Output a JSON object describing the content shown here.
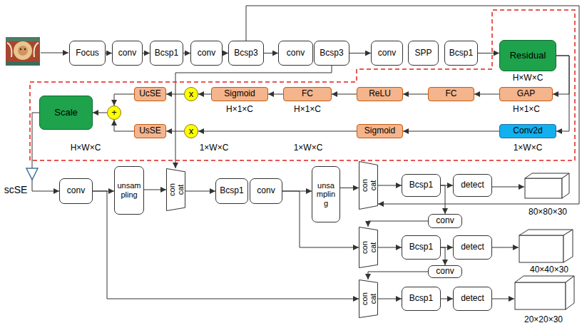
{
  "diagram": {
    "nodes": [
      {
        "text": [
          "Focus"
        ]
      },
      {
        "text": [
          "conv"
        ]
      },
      {
        "text": [
          "Bcsp1"
        ]
      },
      {
        "text": [
          "conv"
        ]
      },
      {
        "text": [
          "Bcsp3"
        ]
      },
      {
        "text": [
          "conv"
        ]
      },
      {
        "text": [
          "Bcsp3"
        ]
      },
      {
        "text": [
          "conv"
        ]
      },
      {
        "text": [
          "SPP"
        ]
      },
      {
        "text": [
          "Bcsp1"
        ]
      },
      {
        "text": [
          "Residual"
        ]
      },
      {
        "text": [
          "UcSE"
        ]
      },
      {
        "text": [
          "x"
        ]
      },
      {
        "text": [
          "Sigmoid"
        ]
      },
      {
        "text": [
          "FC"
        ]
      },
      {
        "text": [
          "ReLU"
        ]
      },
      {
        "text": [
          "FC"
        ]
      },
      {
        "text": [
          "GAP"
        ]
      },
      {
        "text": [
          "Scale"
        ]
      },
      {
        "text": [
          "+"
        ]
      },
      {
        "text": [
          "UsSE"
        ]
      },
      {
        "text": [
          "x"
        ]
      },
      {
        "text": [
          "Sigmoid"
        ]
      },
      {
        "text": [
          "Conv2d"
        ]
      },
      {
        "text": [
          "conv"
        ]
      },
      {
        "text": [
          "unsampling"
        ]
      },
      {
        "text": [
          "concat"
        ]
      },
      {
        "text": [
          "Bcsp1"
        ]
      },
      {
        "text": [
          "conv"
        ]
      },
      {
        "text": [
          "unsampling"
        ]
      },
      {
        "text": [
          "concat"
        ]
      },
      {
        "text": [
          "Bcsp1"
        ]
      },
      {
        "text": [
          "detect"
        ]
      },
      {
        "text": [
          "conv"
        ]
      },
      {
        "text": [
          "concat"
        ]
      },
      {
        "text": [
          "Bcsp1"
        ]
      },
      {
        "text": [
          "detect"
        ]
      },
      {
        "text": [
          "conv"
        ]
      },
      {
        "text": [
          "concat"
        ]
      },
      {
        "text": [
          "Bcsp1"
        ]
      },
      {
        "text": [
          "detect"
        ]
      }
    ],
    "edges": [
      {
        "from": 0,
        "to": 1,
        "arrow": "to"
      },
      {
        "from": 1,
        "to": 2,
        "arrow": "to"
      },
      {
        "from": 2,
        "to": 3,
        "arrow": "to"
      },
      {
        "from": 3,
        "to": 4,
        "arrow": "to"
      },
      {
        "from": 4,
        "to": 5,
        "arrow": "to"
      },
      {
        "from": 6,
        "to": 7,
        "arrow": "to"
      },
      {
        "from": 9,
        "to": 10,
        "arrow": "to"
      },
      {
        "from": 10,
        "to": 17,
        "arrow": "to"
      },
      {
        "from": 10,
        "to": 23,
        "arrow": "to"
      },
      {
        "from": 17,
        "to": 16,
        "arrow": "to"
      },
      {
        "from": 16,
        "to": 15,
        "arrow": "to"
      },
      {
        "from": 15,
        "to": 14,
        "arrow": "to"
      },
      {
        "from": 14,
        "to": 13,
        "arrow": "to"
      },
      {
        "from": 13,
        "to": 12,
        "arrow": "to"
      },
      {
        "from": 12,
        "to": 11,
        "arrow": "to"
      },
      {
        "from": 11,
        "to": 19,
        "arrow": "to"
      },
      {
        "from": 23,
        "to": 22,
        "arrow": "to"
      },
      {
        "from": 22,
        "to": 21,
        "arrow": "to"
      },
      {
        "from": 21,
        "to": 20,
        "arrow": "to"
      },
      {
        "from": 20,
        "to": 19,
        "arrow": "to"
      },
      {
        "from": 19,
        "to": 18,
        "arrow": "to"
      },
      {
        "from": 18,
        "to": 24,
        "arrow": "to"
      },
      {
        "from": 24,
        "to": 25,
        "arrow": "to"
      },
      {
        "from": 25,
        "to": 26,
        "arrow": "to"
      },
      {
        "from": 6,
        "to": 26,
        "arrow": "to"
      },
      {
        "from": 26,
        "to": 27,
        "arrow": "to"
      },
      {
        "from": 28,
        "to": 29,
        "arrow": "to"
      },
      {
        "from": 29,
        "to": 30,
        "arrow": "to"
      },
      {
        "from": 4,
        "to": 30,
        "arrow": "to"
      },
      {
        "from": 28,
        "to": 34,
        "arrow": "to"
      },
      {
        "from": 30,
        "to": 31,
        "arrow": "to"
      },
      {
        "from": 31,
        "to": 32,
        "arrow": "to"
      },
      {
        "from": 31,
        "to": 33,
        "arrow": "to"
      },
      {
        "from": 33,
        "to": 34,
        "arrow": "to"
      },
      {
        "from": 34,
        "to": 35,
        "arrow": "to"
      },
      {
        "from": 35,
        "to": 36,
        "arrow": "to"
      },
      {
        "from": 35,
        "to": 37,
        "arrow": "to"
      },
      {
        "from": 37,
        "to": 38,
        "arrow": "to"
      },
      {
        "from": 38,
        "to": 39,
        "arrow": "to"
      },
      {
        "from": 39,
        "to": 40,
        "arrow": "to"
      },
      {
        "from": 24,
        "to": 38,
        "arrow": "to"
      }
    ],
    "labels": [
      "H×W×C",
      "H×1×C",
      "H×1×C",
      "H×1×C",
      "H×W×C",
      "1×W×C",
      "1×W×C",
      "1×W×C",
      "scSE",
      "80×80×30",
      "40×40×30",
      "20×20×30"
    ]
  }
}
